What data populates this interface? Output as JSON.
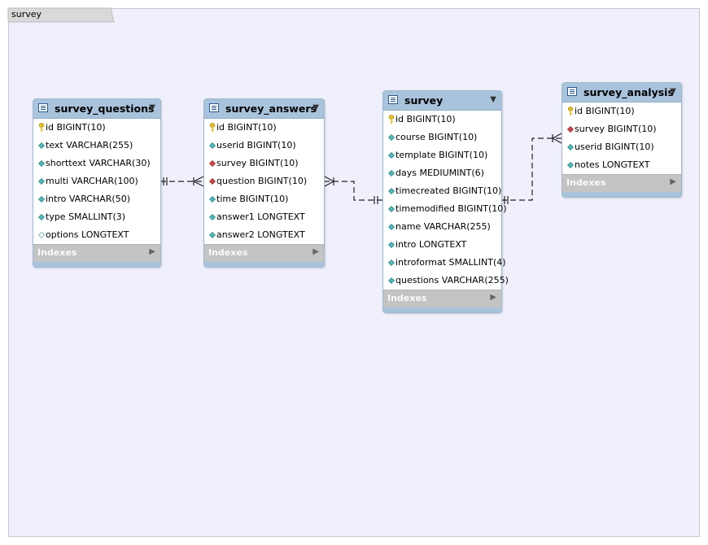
{
  "tab": {
    "label": "survey"
  },
  "indexes_label": "Indexes",
  "tables": [
    {
      "name": "survey_questions",
      "columns": [
        {
          "text": "id BIGINT(10)",
          "kind": "pk"
        },
        {
          "text": "text VARCHAR(255)",
          "kind": "nn"
        },
        {
          "text": "shorttext VARCHAR(30)",
          "kind": "nn"
        },
        {
          "text": "multi VARCHAR(100)",
          "kind": "nn"
        },
        {
          "text": "intro VARCHAR(50)",
          "kind": "nn"
        },
        {
          "text": "type SMALLINT(3)",
          "kind": "nn"
        },
        {
          "text": "options LONGTEXT",
          "kind": "null"
        }
      ]
    },
    {
      "name": "survey_answers",
      "columns": [
        {
          "text": "id BIGINT(10)",
          "kind": "pk"
        },
        {
          "text": "userid BIGINT(10)",
          "kind": "nn"
        },
        {
          "text": "survey BIGINT(10)",
          "kind": "fk"
        },
        {
          "text": "question BIGINT(10)",
          "kind": "fk"
        },
        {
          "text": "time BIGINT(10)",
          "kind": "nn"
        },
        {
          "text": "answer1 LONGTEXT",
          "kind": "nn"
        },
        {
          "text": "answer2 LONGTEXT",
          "kind": "nn"
        }
      ]
    },
    {
      "name": "survey",
      "columns": [
        {
          "text": "id BIGINT(10)",
          "kind": "pk"
        },
        {
          "text": "course BIGINT(10)",
          "kind": "nn"
        },
        {
          "text": "template BIGINT(10)",
          "kind": "nn"
        },
        {
          "text": "days MEDIUMINT(6)",
          "kind": "nn"
        },
        {
          "text": "timecreated BIGINT(10)",
          "kind": "nn"
        },
        {
          "text": "timemodified BIGINT(10)",
          "kind": "nn"
        },
        {
          "text": "name VARCHAR(255)",
          "kind": "nn"
        },
        {
          "text": "intro LONGTEXT",
          "kind": "nn"
        },
        {
          "text": "introformat SMALLINT(4)",
          "kind": "nn"
        },
        {
          "text": "questions VARCHAR(255)",
          "kind": "nn"
        }
      ]
    },
    {
      "name": "survey_analysis",
      "columns": [
        {
          "text": "id BIGINT(10)",
          "kind": "pk"
        },
        {
          "text": "survey BIGINT(10)",
          "kind": "fk"
        },
        {
          "text": "userid BIGINT(10)",
          "kind": "nn"
        },
        {
          "text": "notes LONGTEXT",
          "kind": "nn"
        }
      ]
    }
  ],
  "colors": {
    "header": "#a9c3dc",
    "canvas": "#f0f0fd",
    "key": "#e8c020",
    "column": "#4fb8b8",
    "foreign_key": "#d04848"
  },
  "icons": {
    "table": "table-icon",
    "primary_key": "key-icon",
    "column": "diamond-icon",
    "foreign_key": "red-diamond-icon",
    "collapse": "triangle-down-icon",
    "expand": "triangle-right-icon"
  }
}
